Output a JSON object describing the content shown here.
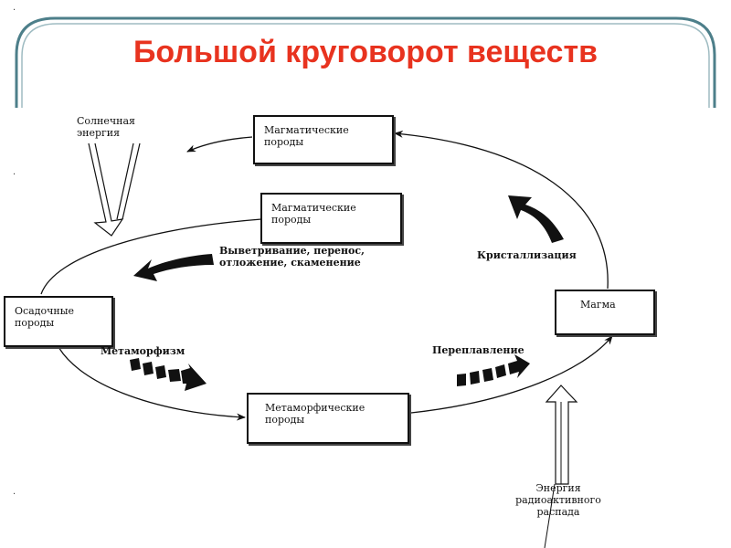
{
  "title": "Большой круговорот веществ",
  "nodes": {
    "igneous_top": "Магматические\nпороды",
    "igneous_inner": "Магматические\nпороды",
    "sedimentary": "Осадочные\nпороды",
    "magma": "Магма",
    "metamorphic": "Метаморфические\nпороды"
  },
  "labels": {
    "solar": "Солнечная\nэнергия",
    "weathering": "Выветривание, перенос,\nотложение, скаменение",
    "crystallization": "Кристаллизация",
    "metamorphism": "Метаморфизм",
    "remelting": "Переплавление",
    "radioactive": "Энергия\nрадиоактивного\nраспада"
  },
  "colors": {
    "title": "#e8331f",
    "frame": "#4d7f8a",
    "ink": "#111111"
  }
}
